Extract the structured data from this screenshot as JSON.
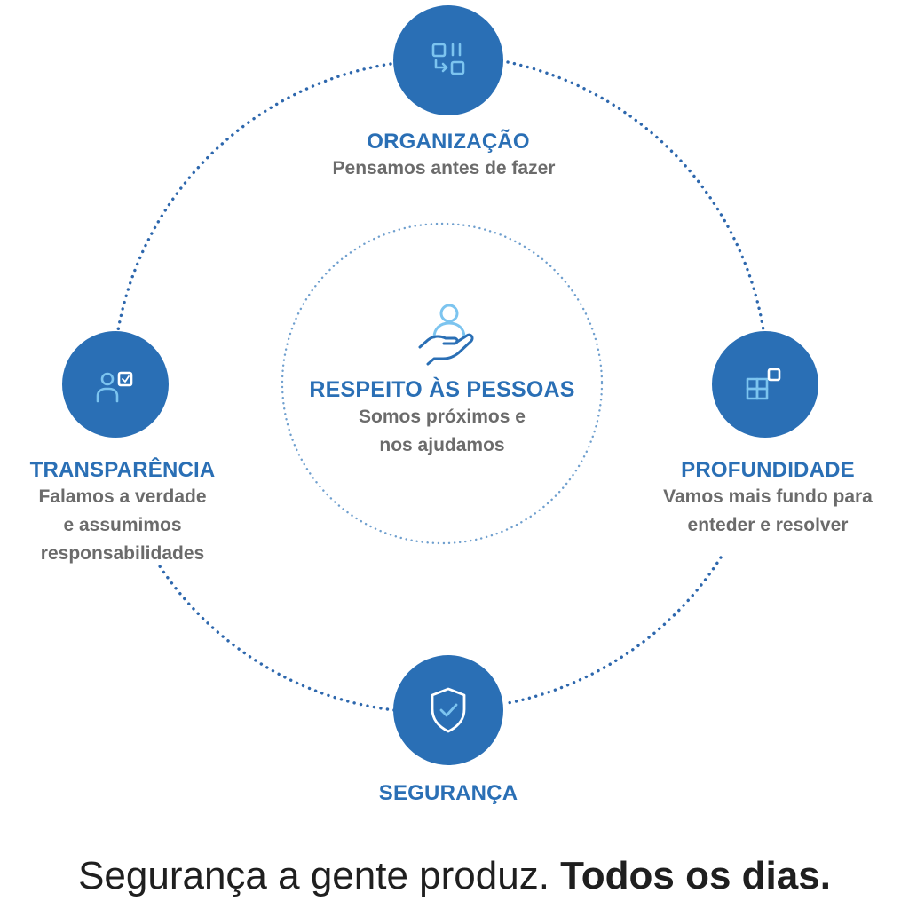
{
  "center": {
    "title": "RESPEITO ÀS PESSOAS",
    "line1": "Somos próximos e",
    "line2": "nos ajudamos",
    "icon": "hand-person-icon"
  },
  "nodes": {
    "top": {
      "title": "ORGANIZAÇÃO",
      "line1": "Pensamos antes de fazer",
      "icon": "workflow-icon"
    },
    "right": {
      "title": "PROFUNDIDADE",
      "line1": "Vamos mais fundo para",
      "line2": "enteder e resolver",
      "icon": "blocks-icon"
    },
    "bottom": {
      "title": "SEGURANÇA",
      "icon": "shield-check-icon"
    },
    "left": {
      "title": "TRANSPARÊNCIA",
      "line1": "Falamos a verdade",
      "line2": "e assumimos",
      "line3": "responsabilidades",
      "icon": "user-checkbox-icon"
    }
  },
  "tagline": {
    "regular": "Segurança a gente produz. ",
    "bold": "Todos os dias."
  },
  "colors": {
    "primary": "#2a6fb5",
    "icon_light": "#7cc4ef",
    "text_gray": "#6b6b6b",
    "dots": "#2d67ad",
    "dots_inner": "#6f9fce"
  }
}
